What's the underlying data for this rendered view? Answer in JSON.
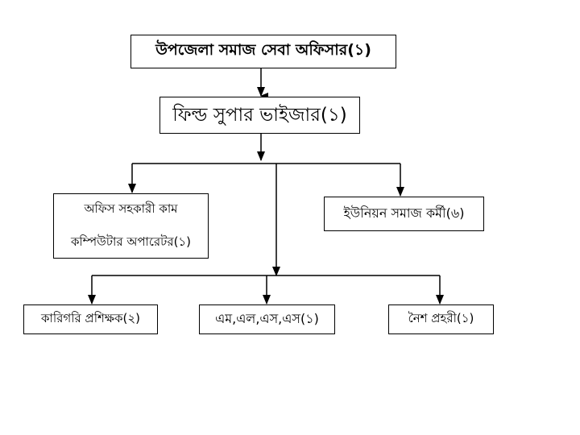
{
  "org_chart": {
    "top": "উপজেলা সমাজ সেবা অফিসার(১)",
    "supervisor": "ফিল্ড সুপার ভাইজার(১)",
    "office_assistant": {
      "line1": "অফিস সহকারী কাম",
      "line2": "কম্পিউটার অপারেটর(১)"
    },
    "union_worker": "ইউনিয়ন সমাজ কর্মী(৬)",
    "technical_trainer": "কারিগরি প্রশিক্ষক(২)",
    "mlss": "এম,এল,এস,এস(১)",
    "night_guard": "নৈশ প্রহরী(১)"
  }
}
